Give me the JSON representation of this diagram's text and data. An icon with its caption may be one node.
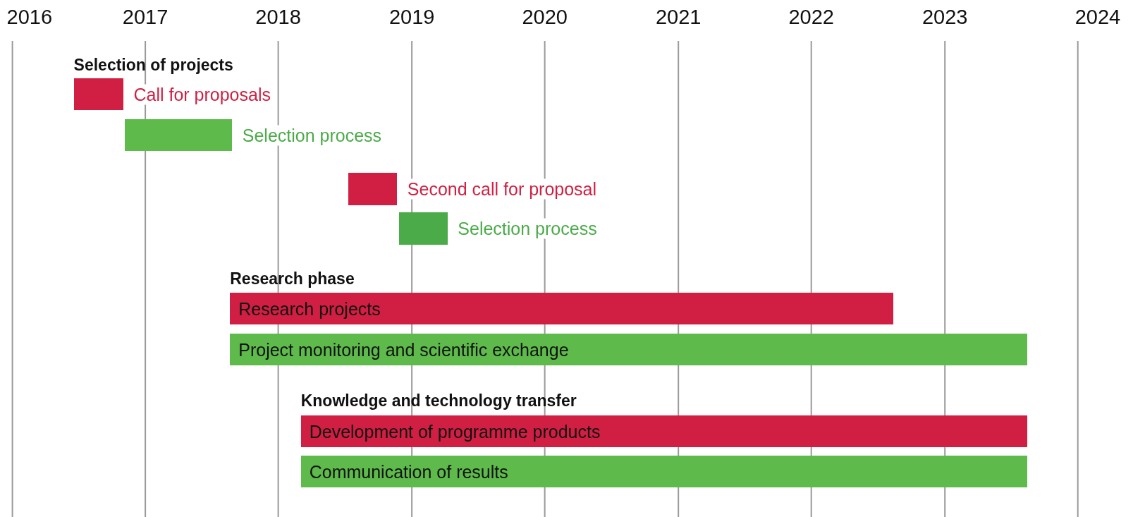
{
  "diagram": {
    "nodes": [
      {
        "text": [],
        "shape": "bar",
        "beside": [
          "Call for proposals"
        ]
      },
      {
        "text": [],
        "shape": "bar",
        "beside": [
          "Selection process"
        ]
      },
      {
        "text": [],
        "shape": "bar",
        "beside": [
          "Second call for proposal"
        ]
      },
      {
        "text": [],
        "shape": "bar",
        "beside": [
          "Selection process"
        ]
      },
      {
        "text": [
          "Research projects"
        ]
      },
      {
        "text": [
          "Project monitoring and scientific exchange"
        ]
      },
      {
        "text": [
          "Development of programme products"
        ]
      },
      {
        "text": [
          "Communication of results"
        ]
      }
    ],
    "edges": [],
    "labels": [
      "2016",
      "2017",
      "2018",
      "2019",
      "2020",
      "2021",
      "2022",
      "2023",
      "2024",
      "Selection of projects",
      "Research phase",
      "Knowledge and technology transfer"
    ]
  }
}
